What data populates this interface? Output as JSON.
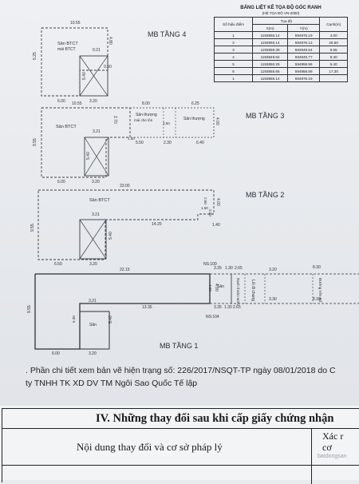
{
  "coord_table": {
    "title": "BẢNG LIỆT KÊ TỌA ĐỘ GÓC RANH",
    "subtitle": "(HỆ TỌA ĐỘ VN-2000)",
    "headers": [
      "Số hiệu điểm",
      "X(m)",
      "Y(m)",
      "Cạnh(m)"
    ],
    "header_group": "Tọa độ",
    "rows": [
      [
        "1",
        "1193856.14",
        "594976.19",
        "4.00"
      ],
      [
        "2",
        "1193860.14",
        "594976.13",
        "26.50"
      ],
      [
        "3",
        "1193859.39",
        "594949.64",
        "9.55"
      ],
      [
        "4",
        "1193849.84",
        "594949.77",
        "9.30"
      ],
      [
        "5",
        "1193850.25",
        "594958.96",
        "5.40"
      ],
      [
        "6",
        "1193855.65",
        "594958.89",
        "17.30"
      ],
      [
        "1",
        "1193856.14",
        "594976.19",
        ""
      ]
    ]
  },
  "floors": {
    "f4": {
      "title": "MB TẦNG 4",
      "dims": [
        "10.55",
        "4.80",
        "5.25",
        "9.21",
        "0.50",
        "5.40",
        "6.00",
        "3.20",
        "5.10"
      ],
      "room": "Sân BTCT",
      "room2": "mái BTCT"
    },
    "f3": {
      "title": "MB TẦNG 3",
      "dims": [
        "10.55",
        "8.00",
        "6.25",
        "4.00",
        "3.21",
        "9.55",
        "5.40",
        "6.00",
        "3.20",
        "2.70",
        "5.50",
        "2.30",
        "6.40",
        "2.50",
        "1.50"
      ],
      "room": "Sân BTCT",
      "room2": "Sân thượng",
      "room3": "mái che tôn",
      "room4": "Sân thượng"
    },
    "f2": {
      "title": "MB TẦNG 2",
      "dims": [
        "23.00",
        "4.00",
        "3.21",
        "9.55",
        "14.20",
        "1.40",
        "5.40",
        "6.50",
        "3.20",
        "2.50",
        "1.50",
        "2.50"
      ],
      "room": "Sân BTCT"
    },
    "f1": {
      "title": "MB TẦNG 1",
      "dims": [
        "22.15",
        "3.35",
        "1.30",
        "2.65",
        "3.20",
        "8.30",
        "4.00",
        "13.35",
        "3.35",
        "1.30",
        "2.65",
        "3.30",
        "8.30",
        "3.21",
        "9.55",
        "5.40",
        "6.00",
        "3.20",
        "4.00",
        "5.30"
      ],
      "ns1": "NS:100",
      "ns2": "NS:104",
      "room1": "Sân",
      "room2": "Sân",
      "road1": "Lối đi chung",
      "road2": "Rạnh thoát nước",
      "road3": "Đường Yên Đổ"
    }
  },
  "notes": {
    "line1": ". Phần chi tiết xem bản vẽ hiện trạng số: 226/2017/NSQT-TP ngày 08/01/2018 do C",
    "line2": "ty TNHH TK XD DV TM Ngôi Sao Quốc Tế lập"
  },
  "section4": {
    "title": "IV. Những thay đổi sau khi cấp giấy chứng nhận",
    "col1": "Nội dung thay đổi và cơ sở pháp lý",
    "col2_line1": "Xác r",
    "col2_line2": "cơ"
  },
  "watermark": "batdongsan"
}
